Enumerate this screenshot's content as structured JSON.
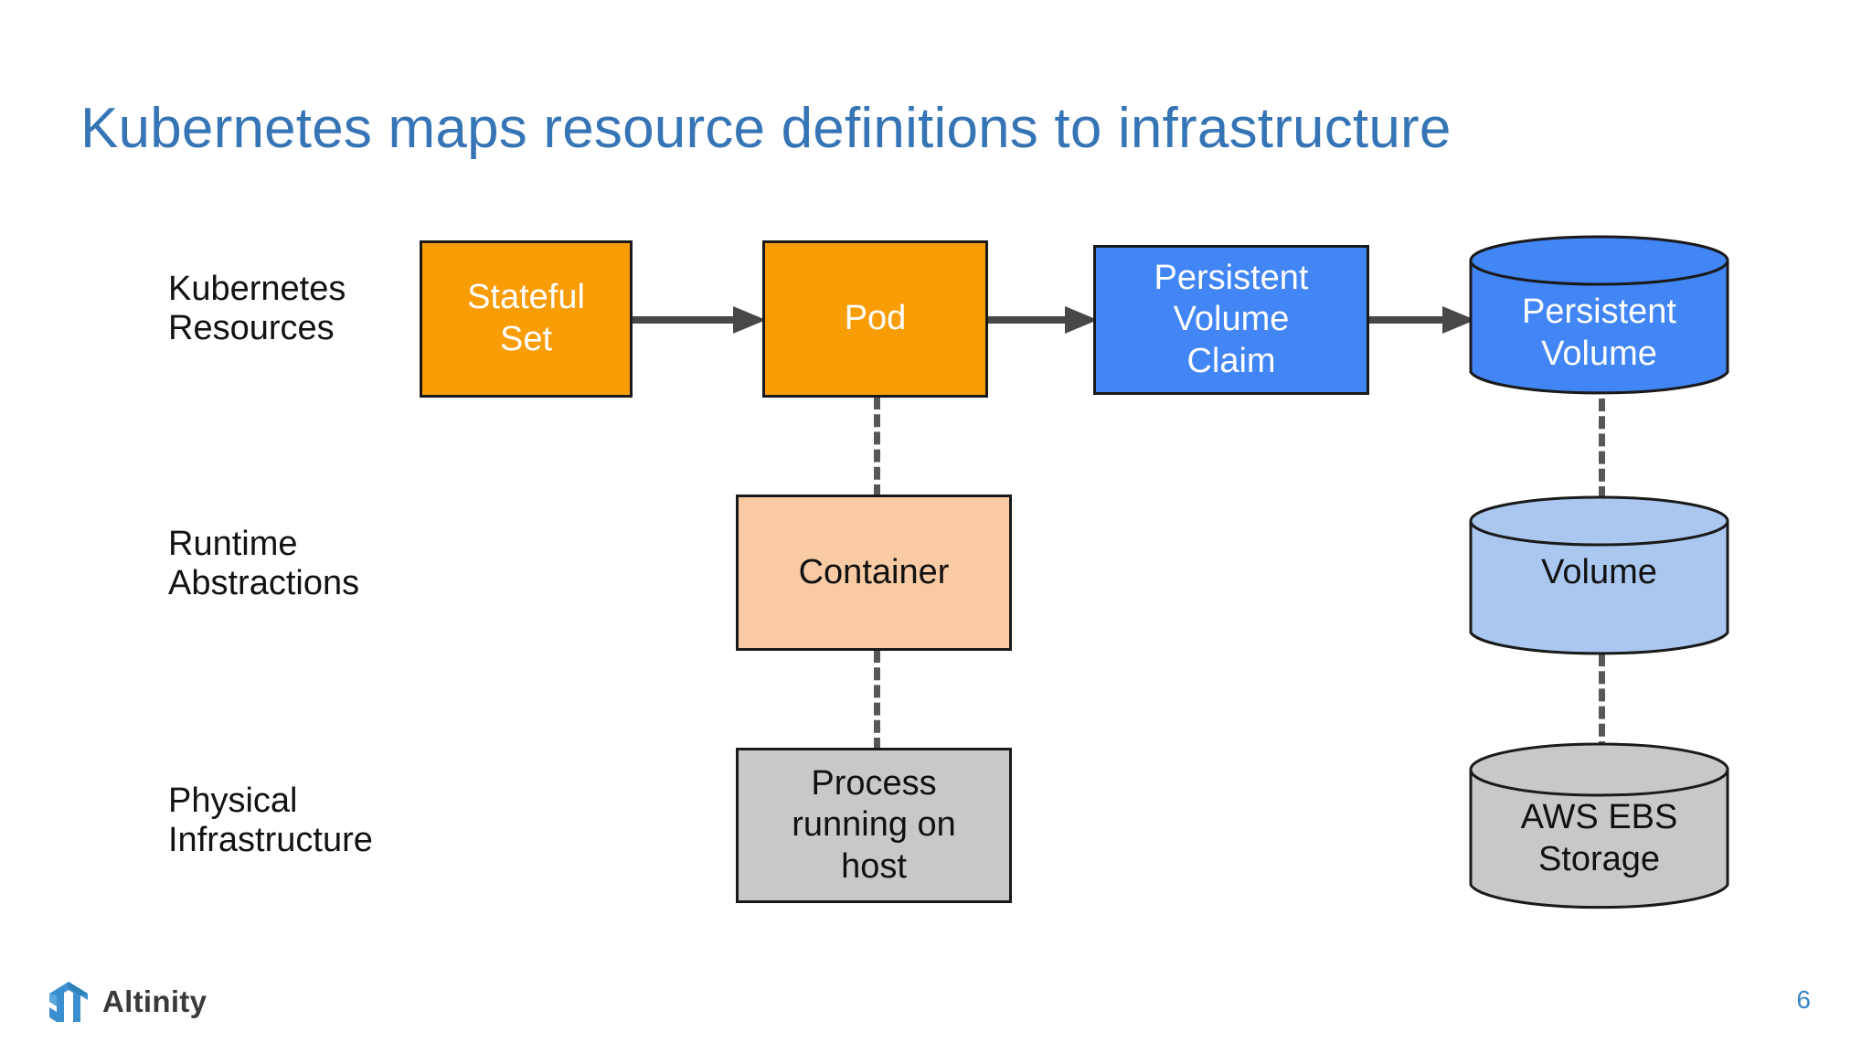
{
  "slide": {
    "title": "Kubernetes maps resource definitions to infrastructure",
    "page_number": "6",
    "background_color": "#ffffff",
    "title_color": "#3574b5"
  },
  "row_labels": [
    {
      "id": "kubernetes-resources",
      "text": "Kubernetes\nResources"
    },
    {
      "id": "runtime-abstractions",
      "text": "Runtime\nAbstractions"
    },
    {
      "id": "physical-infrastructure",
      "text": "Physical\nInfrastructure"
    }
  ],
  "nodes": {
    "stateful_set": {
      "label": "Stateful\nSet",
      "shape": "rectangle",
      "fill": "#f99d07",
      "text_color": "#ffffff"
    },
    "pod": {
      "label": "Pod",
      "shape": "rectangle",
      "fill": "#f99d07",
      "text_color": "#ffffff"
    },
    "persistent_volume_claim": {
      "label": "Persistent\nVolume\nClaim",
      "shape": "rectangle",
      "fill": "#4285f4",
      "text_color": "#ffffff"
    },
    "persistent_volume": {
      "label": "Persistent\nVolume",
      "shape": "cylinder",
      "fill": "#4285f4",
      "text_color": "#ffffff"
    },
    "container": {
      "label": "Container",
      "shape": "rectangle",
      "fill": "#f8cba4",
      "text_color": "#111111"
    },
    "volume": {
      "label": "Volume",
      "shape": "cylinder",
      "fill": "#aac7ef",
      "text_color": "#111111"
    },
    "process_on_host": {
      "label": "Process\nrunning on\nhost",
      "shape": "rectangle",
      "fill": "#c8c8c8",
      "text_color": "#111111"
    },
    "aws_ebs_storage": {
      "label": "AWS EBS\nStorage",
      "shape": "cylinder",
      "fill": "#c8c8c8",
      "text_color": "#111111"
    }
  },
  "connectors": {
    "arrows": [
      {
        "from": "stateful_set",
        "to": "pod",
        "style": "solid-arrow"
      },
      {
        "from": "pod",
        "to": "persistent_volume_claim",
        "style": "solid-arrow"
      },
      {
        "from": "persistent_volume_claim",
        "to": "persistent_volume",
        "style": "solid-arrow"
      }
    ],
    "dashed": [
      {
        "from": "pod",
        "to": "container",
        "style": "dashed"
      },
      {
        "from": "container",
        "to": "process_on_host",
        "style": "dashed"
      },
      {
        "from": "persistent_volume",
        "to": "volume",
        "style": "dashed"
      },
      {
        "from": "volume",
        "to": "aws_ebs_storage",
        "style": "dashed"
      }
    ],
    "line_color": "#575757"
  },
  "footer": {
    "brand": "Altinity",
    "brand_color": "#3a3a3a",
    "logo_color": "#3b8fce"
  }
}
